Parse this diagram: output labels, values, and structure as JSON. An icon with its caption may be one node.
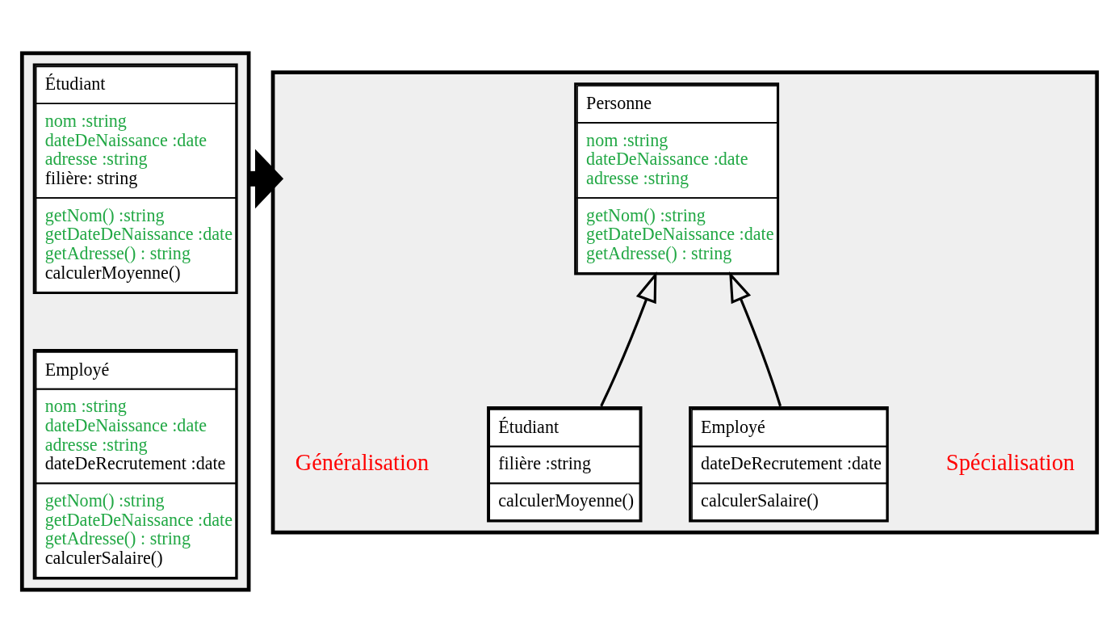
{
  "diagram": {
    "nodes": [
      {
        "text": [],
        "shape": "box"
      },
      {
        "text": [
          "Étudiant",
          "nom :string",
          "dateDeNaissance :date",
          "adresse :string",
          "filière: string",
          "getNom() :string",
          "getDateDeNaissance :date",
          "getAdresse() : string",
          "calculerMoyenne()"
        ],
        "in": 0
      },
      {
        "text": [
          "Employé",
          "nom :string",
          "dateDeNaissance :date",
          "adresse :string",
          "dateDeRecrutement :date",
          "getNom() :string",
          "getDateDeNaissance :date",
          "getAdresse() : string",
          "calculerSalaire()"
        ],
        "in": 0
      },
      {
        "text": [],
        "shape": "box"
      },
      {
        "text": [
          "Personne",
          "nom :string",
          "dateDeNaissance :date",
          "adresse :string",
          "getNom() :string",
          "getDateDeNaissance :date",
          "getAdresse() : string"
        ],
        "in": 3
      },
      {
        "text": [
          "Étudiant",
          "filière :string",
          "calculerMoyenne()"
        ],
        "in": 3
      },
      {
        "text": [
          "Employé",
          "dateDeRecrutement :date",
          "calculerSalaire()"
        ],
        "in": 3
      }
    ],
    "edges": [
      {
        "from": 0,
        "to": 3,
        "arrow": "to",
        "style": "thick"
      },
      {
        "from": 5,
        "to": 4,
        "arrow": "to"
      },
      {
        "from": 6,
        "to": 4,
        "arrow": "to"
      }
    ],
    "labels": [
      "Généralisation",
      "Spécialisation"
    ]
  }
}
